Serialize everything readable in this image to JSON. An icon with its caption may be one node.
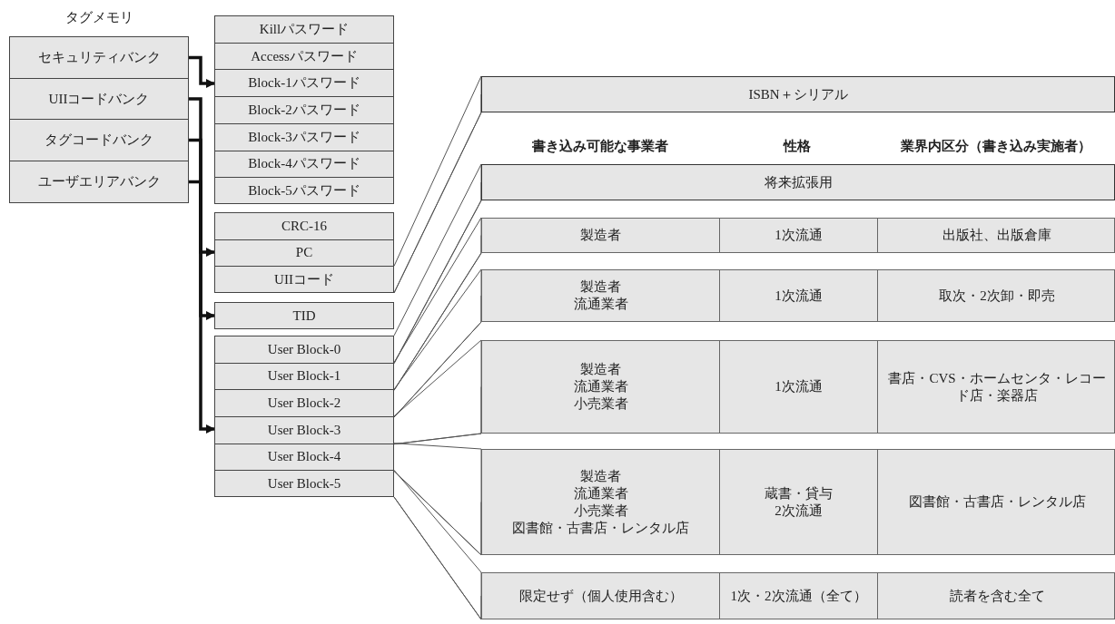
{
  "diagram": {
    "nodes": [
      {
        "text": [
          "タグメモリ"
        ]
      },
      {
        "text": [
          "セキュリティバンク"
        ],
        "in": 0
      },
      {
        "text": [
          "UIIコードバンク"
        ],
        "in": 0
      },
      {
        "text": [
          "タグコードバンク"
        ],
        "in": 0
      },
      {
        "text": [
          "ユーザエリアバンク"
        ],
        "in": 0
      },
      {
        "text": [],
        "shape": "box"
      },
      {
        "text": [
          "Killパスワード"
        ],
        "in": 5
      },
      {
        "text": [
          "Accessパスワード"
        ],
        "in": 5
      },
      {
        "text": [
          "Block-1パスワード"
        ],
        "in": 5
      },
      {
        "text": [
          "Block-2パスワード"
        ],
        "in": 5
      },
      {
        "text": [
          "Block-3パスワード"
        ],
        "in": 5
      },
      {
        "text": [
          "Block-4パスワード"
        ],
        "in": 5
      },
      {
        "text": [
          "Block-5パスワード"
        ],
        "in": 5
      },
      {
        "text": [],
        "shape": "box"
      },
      {
        "text": [
          "CRC-16"
        ],
        "in": 13
      },
      {
        "text": [
          "PC"
        ],
        "in": 13
      },
      {
        "text": [
          "UIIコード"
        ],
        "in": 13
      },
      {
        "text": [
          "TID"
        ]
      },
      {
        "text": [],
        "shape": "box"
      },
      {
        "text": [
          "User Block-0"
        ],
        "in": 18
      },
      {
        "text": [
          "User Block-1"
        ],
        "in": 18
      },
      {
        "text": [
          "User Block-2"
        ],
        "in": 18
      },
      {
        "text": [
          "User Block-3"
        ],
        "in": 18
      },
      {
        "text": [
          "User Block-4"
        ],
        "in": 18
      },
      {
        "text": [
          "User Block-5"
        ],
        "in": 18
      },
      {
        "text": [
          "ISBN＋シリアル"
        ]
      },
      {
        "text": [
          "将来拡張用"
        ]
      },
      {
        "text": [],
        "shape": "box"
      },
      {
        "text": [
          "製造者"
        ],
        "in": 27
      },
      {
        "text": [
          "1次流通"
        ],
        "in": 27
      },
      {
        "text": [
          "出版社、出版倉庫"
        ],
        "in": 27
      },
      {
        "text": [],
        "shape": "box"
      },
      {
        "text": [
          "製造者",
          "流通業者"
        ],
        "in": 31
      },
      {
        "text": [
          "1次流通"
        ],
        "in": 31
      },
      {
        "text": [
          "取次・2次卸・即売"
        ],
        "in": 31
      },
      {
        "text": [],
        "shape": "box"
      },
      {
        "text": [
          "製造者",
          "流通業者",
          "小売業者"
        ],
        "in": 35
      },
      {
        "text": [
          "1次流通"
        ],
        "in": 35
      },
      {
        "text": [
          "書店・CVS・ホームセンタ・レコード店・楽器店"
        ],
        "in": 35
      },
      {
        "text": [],
        "shape": "box"
      },
      {
        "text": [
          "製造者",
          "流通業者",
          "小売業者",
          "図書館・古書店・レンタル店"
        ],
        "in": 39
      },
      {
        "text": [
          "蔵書・貸与",
          "2次流通"
        ],
        "in": 39
      },
      {
        "text": [
          "図書館・古書店・レンタル店"
        ],
        "in": 39
      },
      {
        "text": [],
        "shape": "box"
      },
      {
        "text": [
          "限定せず（個人使用含む）"
        ],
        "in": 43
      },
      {
        "text": [
          "1次・2次流通（全て）"
        ],
        "in": 43
      },
      {
        "text": [
          "読者を含む全て"
        ],
        "in": 43
      }
    ],
    "edges": [
      {
        "from": 1,
        "to": 5,
        "arrow": "to",
        "style": "thick"
      },
      {
        "from": 2,
        "to": 13,
        "arrow": "to",
        "style": "thick"
      },
      {
        "from": 3,
        "to": 17,
        "arrow": "to",
        "style": "thick"
      },
      {
        "from": 4,
        "to": 18,
        "arrow": "to",
        "style": "thick"
      },
      {
        "from": 16,
        "to": 25,
        "arrow": "none"
      },
      {
        "from": 19,
        "to": 26,
        "arrow": "none"
      },
      {
        "from": 20,
        "to": 27,
        "arrow": "none"
      },
      {
        "from": 21,
        "to": 31,
        "arrow": "none"
      },
      {
        "from": 22,
        "to": 35,
        "arrow": "none"
      },
      {
        "from": 23,
        "to": 39,
        "arrow": "none"
      },
      {
        "from": 24,
        "to": 43,
        "arrow": "none"
      }
    ],
    "labels": [
      "書き込み可能な事業者",
      "性格",
      "業界内区分（書き込み実施者）"
    ]
  }
}
